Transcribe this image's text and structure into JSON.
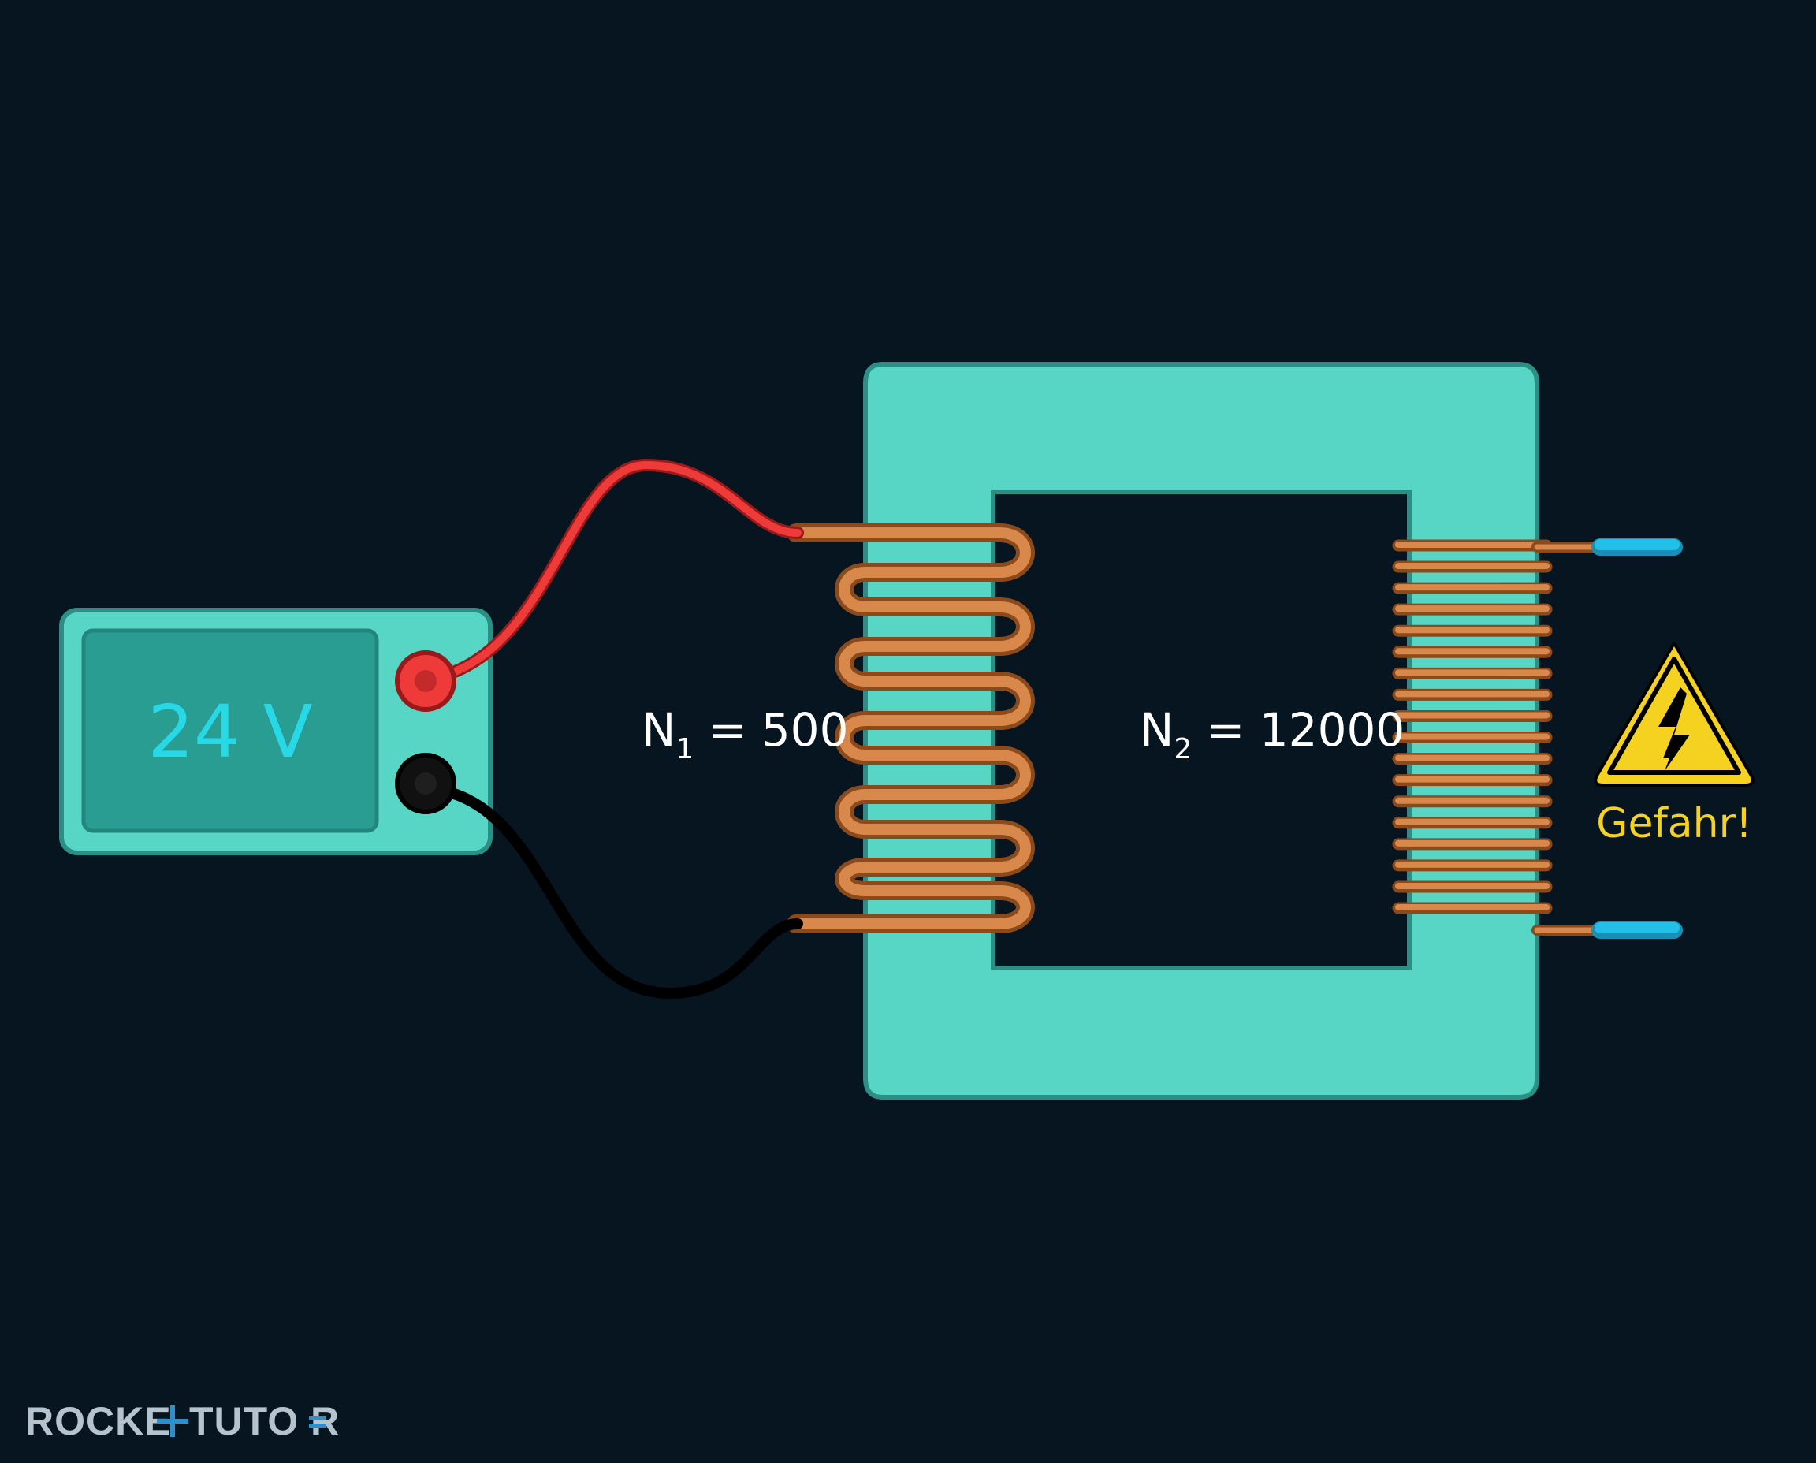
{
  "power_supply": {
    "voltage_label": "24 V"
  },
  "primary_coil": {
    "label_main": "N",
    "label_sub": "1",
    "label_value": " = 500",
    "turns": 500
  },
  "secondary_coil": {
    "label_main": "N",
    "label_sub": "2",
    "label_value": " = 12000",
    "turns": 12000
  },
  "warning": {
    "label": "Gefahr!",
    "icon": "high-voltage-warning-icon"
  },
  "logo": {
    "text": "ROCKETTUTOR"
  },
  "colors": {
    "background": "#061520",
    "core": "#57d6c6",
    "core_edge": "#2b8f86",
    "supply_screen": "#2a9d92",
    "voltage_text": "#27d8e6",
    "copper": "#c9763a",
    "copper_light": "#e09a5c",
    "wire_red": "#ef3a3a",
    "wire_black": "#111111",
    "terminal_blue": "#22bfe8",
    "warning_yellow": "#f4d21f",
    "label_white": "#ffffff"
  }
}
